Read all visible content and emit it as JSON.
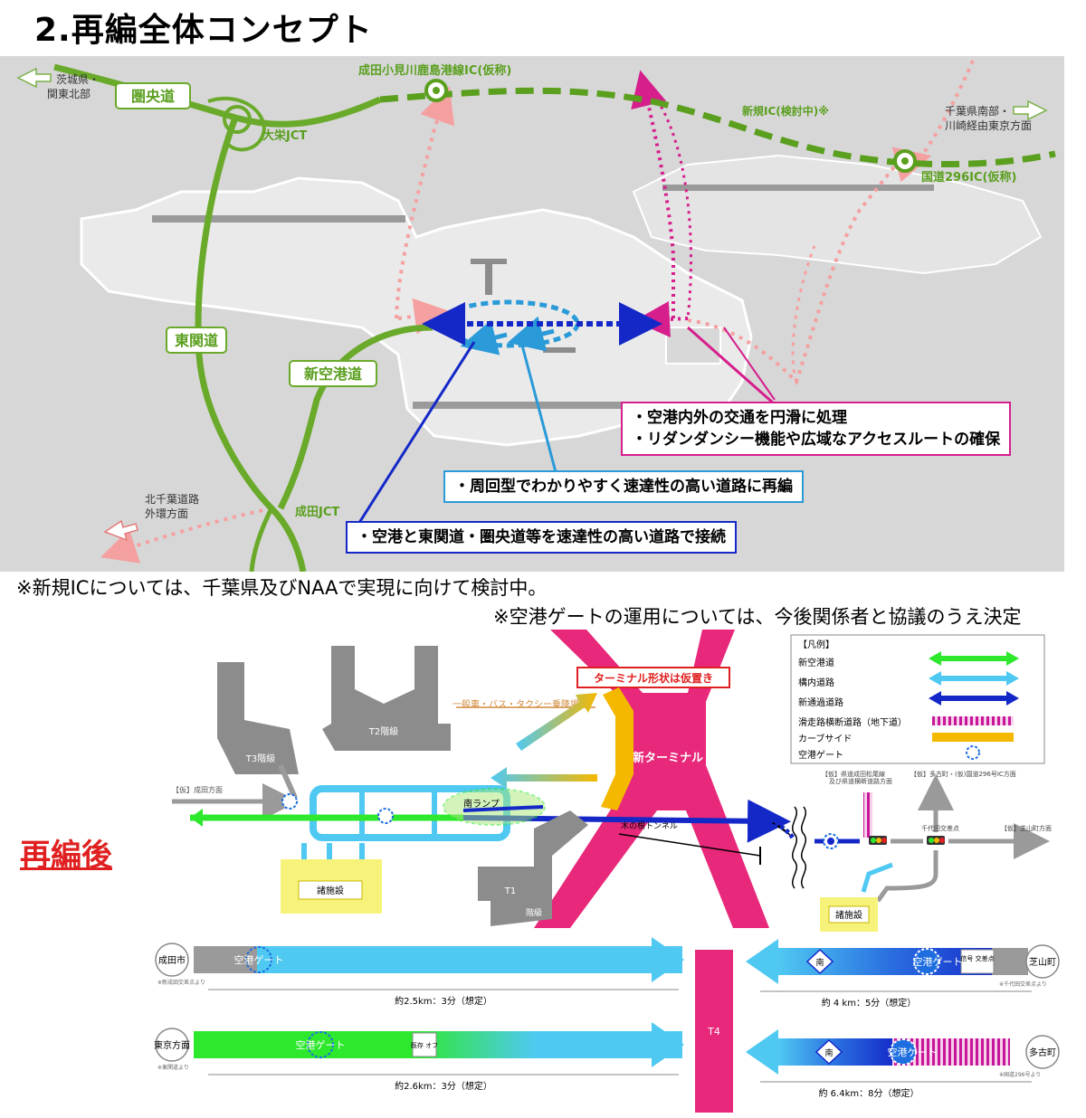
{
  "title": "2.再編全体コンセプト",
  "top_map": {
    "roads": {
      "ken_o_do": "圏央道",
      "higashi_kanto": "東関道",
      "shin_kuko": "新空港道"
    },
    "junctions": {
      "taiei": "大栄JCT",
      "narita": "成田JCT"
    },
    "interchanges": {
      "narita_komi": "成田小見川鹿島港線IC(仮称)",
      "new_ic": "新規IC(検討中)※",
      "route296": "国道296IC(仮称)"
    },
    "directions": {
      "ibaraki_1": "茨城県・",
      "ibaraki_2": "関東北部",
      "chiba_south_1": "千葉県南部・",
      "chiba_south_2": "川崎経由東京方面",
      "kita_chiba_1": "北千葉道路",
      "kita_chiba_2": "外環方面"
    },
    "callouts": {
      "pink_1": "・空港内外の交通を円滑に処理",
      "pink_2": "・リダンダンシー機能や広域なアクセスルートの確保",
      "light_blue": "・周回型でわかりやすく速達性の高い道路に再編",
      "blue": "・空港と東関道・圏央道等を速達性の高い道路で接続"
    }
  },
  "notes": {
    "new_ic_note": "※新規ICについては、千葉県及びNAAで実現に向けて検討中。",
    "gate_note": "※空港ゲートの運用については、今後関係者と協議のうえ決定"
  },
  "after_label": "再編後",
  "diagram": {
    "terminal_note": "ターミナル形状は仮置き",
    "new_terminal": "新ターミナル",
    "t3": "T3階級",
    "t2": "T2階級",
    "t1": "T1",
    "t1_sub": "階級",
    "t4": "T4",
    "drop_off": "一般車・バス・タクシー乗降場",
    "south_ramp": "南ランプ",
    "facilities_left": "諸施設",
    "facilities_right": "諸施設",
    "kinone_tunnel": "木の根トンネル",
    "right_labels": {
      "l1": "【仮】芝山町方面",
      "l2": "【仮】多古町・(仮)国道296号IC方面",
      "l3": "【仮】県道成田松尾線",
      "l4": "及び県道横断道路方面",
      "l5": "千代田交差点",
      "l6": "【仮】成田方面"
    },
    "legend": {
      "heading": "【凡例】",
      "items": [
        {
          "label": "新空港道",
          "color": "#2ee82e"
        },
        {
          "label": "構内道路",
          "color": "#4fc9f2"
        },
        {
          "label": "新通過道路",
          "color": "#1428c8"
        },
        {
          "label": "滑走路横断道路（地下道）",
          "color": "#c8169a"
        },
        {
          "label": "カーブサイド",
          "color": "#f5b800"
        },
        {
          "label": "空港ゲート",
          "color": "#1e6ee0"
        }
      ]
    },
    "routes": [
      {
        "origin": "成田市",
        "gate": "空港ゲート",
        "distance": "約2.5km：3分（想定）",
        "origin_note": "※新成田交差点より"
      },
      {
        "origin": "東京方面",
        "gate": "空港ゲート",
        "mid": "既存\nオフ",
        "distance": "約2.6km：3分（想定）",
        "origin_note": "※東関道より"
      },
      {
        "origin": "芝山町",
        "gate": "空港ゲート",
        "south": "南",
        "signal": "信号\n交差点",
        "distance": "約 4 km：5分（想定）",
        "origin_note": "※千代田交差点より"
      },
      {
        "origin": "多古町",
        "gate": "空港ゲート",
        "south": "南",
        "distance": "約 6.4km：8分（想定）",
        "origin_note": "※国道296号より"
      }
    ]
  }
}
